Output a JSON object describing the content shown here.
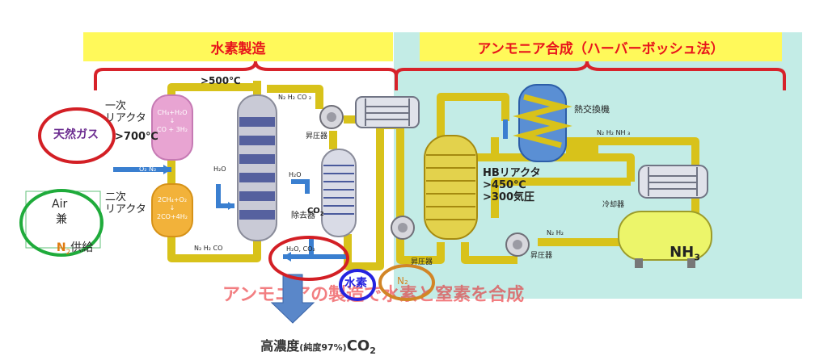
{
  "sections": {
    "hydrogen": "水素製造",
    "ammonia": "アンモニア合成（ハーバーボッシュ法）"
  },
  "inputs": {
    "natural_gas": "天然ガス",
    "air_line1": "Air",
    "air_line2": "兼",
    "air_n2": "N",
    "air_n2_sub": "2",
    "air_supply": "供給"
  },
  "reactors": {
    "primary": "一次\nリアクタ",
    "primary_temp": ">700℃",
    "primary_formula": "CH₄+H₂O\n↓\nCO + 3H₂",
    "secondary": "二次\nリアクタ",
    "secondary_formula": "2CH₄+O₂\n↓\n2CO+4H₂",
    "top_temp": ">500℃",
    "hb": "HBリアクタ\n>450℃\n>300気圧"
  },
  "equipment": {
    "booster1": "昇圧器",
    "co2_remover": "CO",
    "co2_remover_sub": "2",
    "co2_remover_suffix": "除去器",
    "heat_exchanger": "熱交換機",
    "cooler": "冷却器",
    "booster2": "昇圧器",
    "booster3": "昇圧器",
    "nh3": "NH",
    "nh3_sub": "3"
  },
  "streams": {
    "o2n2": "O₂ N₂",
    "h2o_1": "H₂O",
    "h2o_2": "H₂O",
    "n2h2co_top": "N₂ H₂ CO ₂",
    "n2h2co_bottom": "N₂ H₂ CO",
    "h2o_co2": "H₂O, CO₂",
    "n3h2nh3": "N₂ H₂ NH ₃",
    "n2h2": "N₂ H₂"
  },
  "outputs": {
    "hydrogen": "水素",
    "nitrogen": "N₂",
    "co2_prefix": "高濃度",
    "co2_purity": "(純度97%)",
    "co2_main": "CO",
    "co2_sub": "2"
  },
  "background_caption": "アンモニアの製造で水素と窒素を合成",
  "colors": {
    "banner": "#fff95a",
    "banner_text": "#e8151b",
    "bracket": "#d7222a",
    "pipe": "#d8c21a",
    "pipe_dark": "#a58a10",
    "teal_bg": "#c3ece6",
    "arrow_blue": "#5a87c9",
    "circle_red": "#d31f25",
    "circle_green": "#1fab3b",
    "circle_blue": "#2523e0",
    "circle_orange": "#d28526",
    "natural_gas_text": "#6a2a8f",
    "air_n2_color": "#e07b10"
  }
}
